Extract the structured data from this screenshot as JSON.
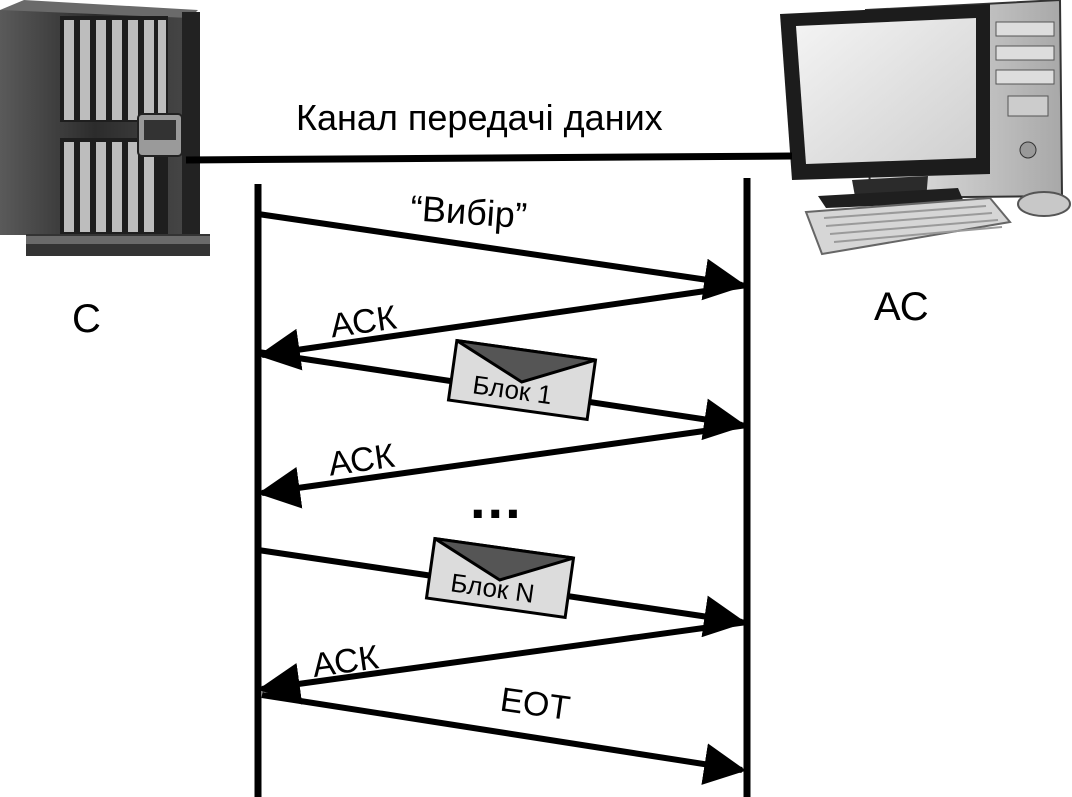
{
  "channel_label": "Канал передачі даних",
  "nodes": {
    "left": {
      "label": "С",
      "icon": "server-rack-icon"
    },
    "right": {
      "label": "АС",
      "icon": "desktop-computer-icon"
    }
  },
  "messages": [
    {
      "id": "select",
      "label": "“Вибір”",
      "direction": "left-to-right"
    },
    {
      "id": "ack1",
      "label": "АСК",
      "direction": "right-to-left"
    },
    {
      "id": "block1",
      "label": "Блок 1",
      "direction": "left-to-right",
      "envelope": true
    },
    {
      "id": "ack2",
      "label": "АСК",
      "direction": "right-to-left"
    },
    {
      "id": "ellipsis",
      "label": "..."
    },
    {
      "id": "blockN",
      "label": "Блок N",
      "direction": "left-to-right",
      "envelope": true
    },
    {
      "id": "ack3",
      "label": "АСК",
      "direction": "right-to-left"
    },
    {
      "id": "eot",
      "label": "ЕОТ",
      "direction": "left-to-right"
    }
  ]
}
